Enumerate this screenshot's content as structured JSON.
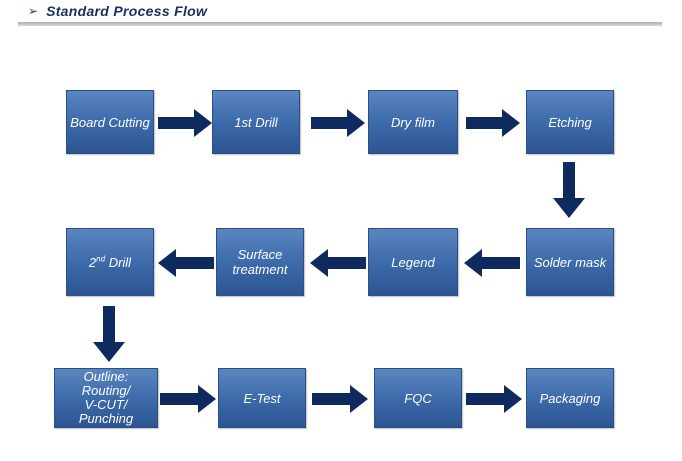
{
  "header": {
    "bullet": "➢",
    "title": "Standard Process Flow"
  },
  "steps": {
    "board_cutting": "Board Cutting",
    "first_drill_num": "1st",
    "first_drill_label": "Drill",
    "dry_film": "Dry film",
    "etching": "Etching",
    "solder_mask": "Solder mask",
    "legend": "Legend",
    "surface_treatment_1": "Surface",
    "surface_treatment_2": "treatment",
    "second_drill_num": "2",
    "second_drill_sup": "nd",
    "second_drill_label": "Drill",
    "outline_1": "Outline:",
    "outline_2": "Routing/",
    "outline_3": "V-CUT/",
    "outline_4": "Punching",
    "e_test": "E-Test",
    "fqc": "FQC",
    "packaging": "Packaging"
  },
  "colors": {
    "box_fill": "#3b68a8",
    "arrow": "#0f2a5e",
    "title": "#17305e"
  }
}
